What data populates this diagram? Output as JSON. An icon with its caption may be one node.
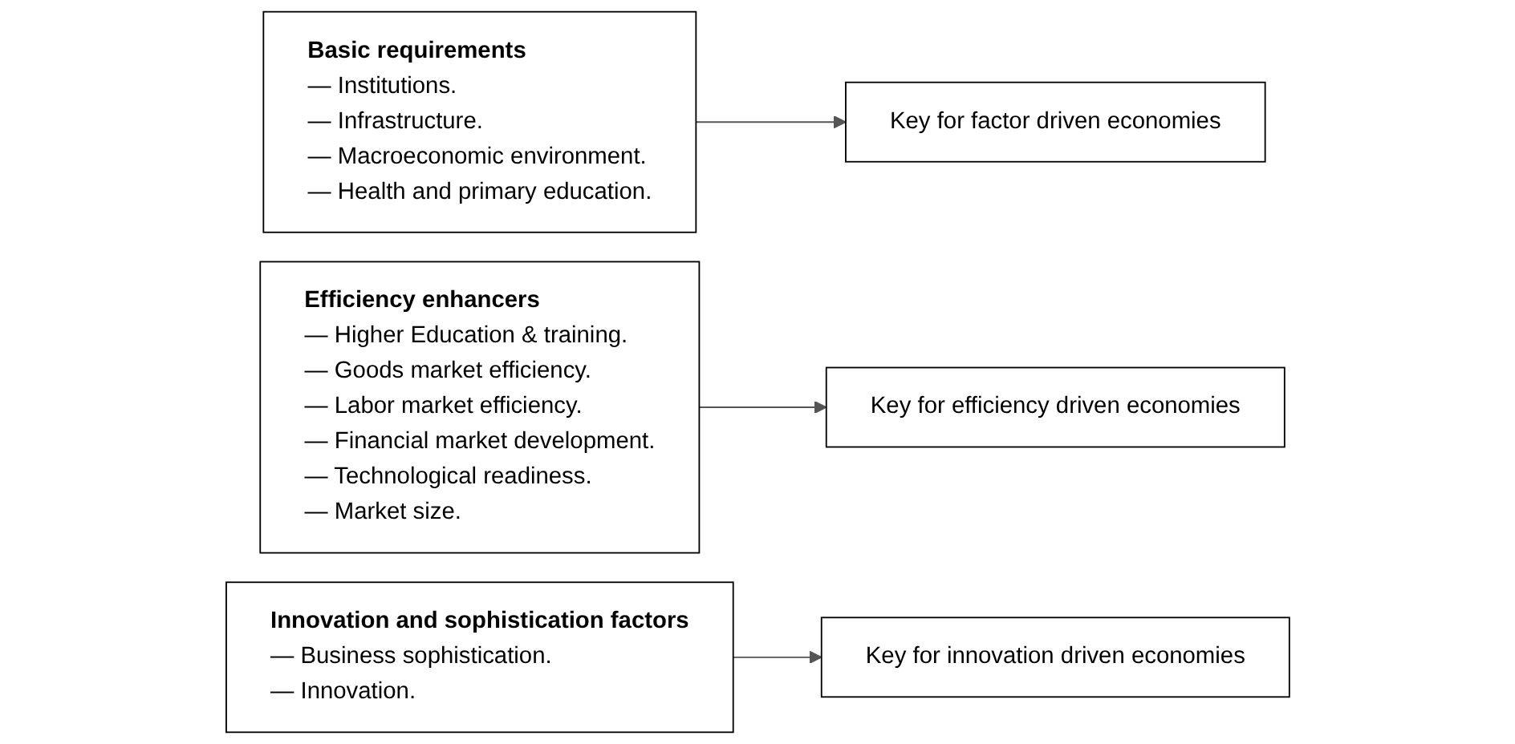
{
  "diagram": {
    "nodes": [
      {
        "text": [
          "Basic requirements",
          "— Institutions.",
          "— Infrastructure.",
          "— Macroeconomic environment.",
          "— Health and primary education."
        ]
      },
      {
        "text": [
          "Key for factor driven economies"
        ]
      },
      {
        "text": [
          "Efficiency enhancers",
          "— Higher Education & training.",
          "— Goods market efficiency.",
          "— Labor market efficiency.",
          "— Financial market development.",
          "— Technological readiness.",
          "— Market size."
        ]
      },
      {
        "text": [
          "Key for efficiency driven economies"
        ]
      },
      {
        "text": [
          "Innovation and sophistication factors",
          "— Business sophistication.",
          "— Innovation."
        ]
      },
      {
        "text": [
          "Key for innovation driven economies"
        ]
      }
    ],
    "edges": [
      {
        "from": 0,
        "to": 1,
        "arrow": "to"
      },
      {
        "from": 2,
        "to": 3,
        "arrow": "to"
      },
      {
        "from": 4,
        "to": 5,
        "arrow": "to"
      }
    ]
  }
}
